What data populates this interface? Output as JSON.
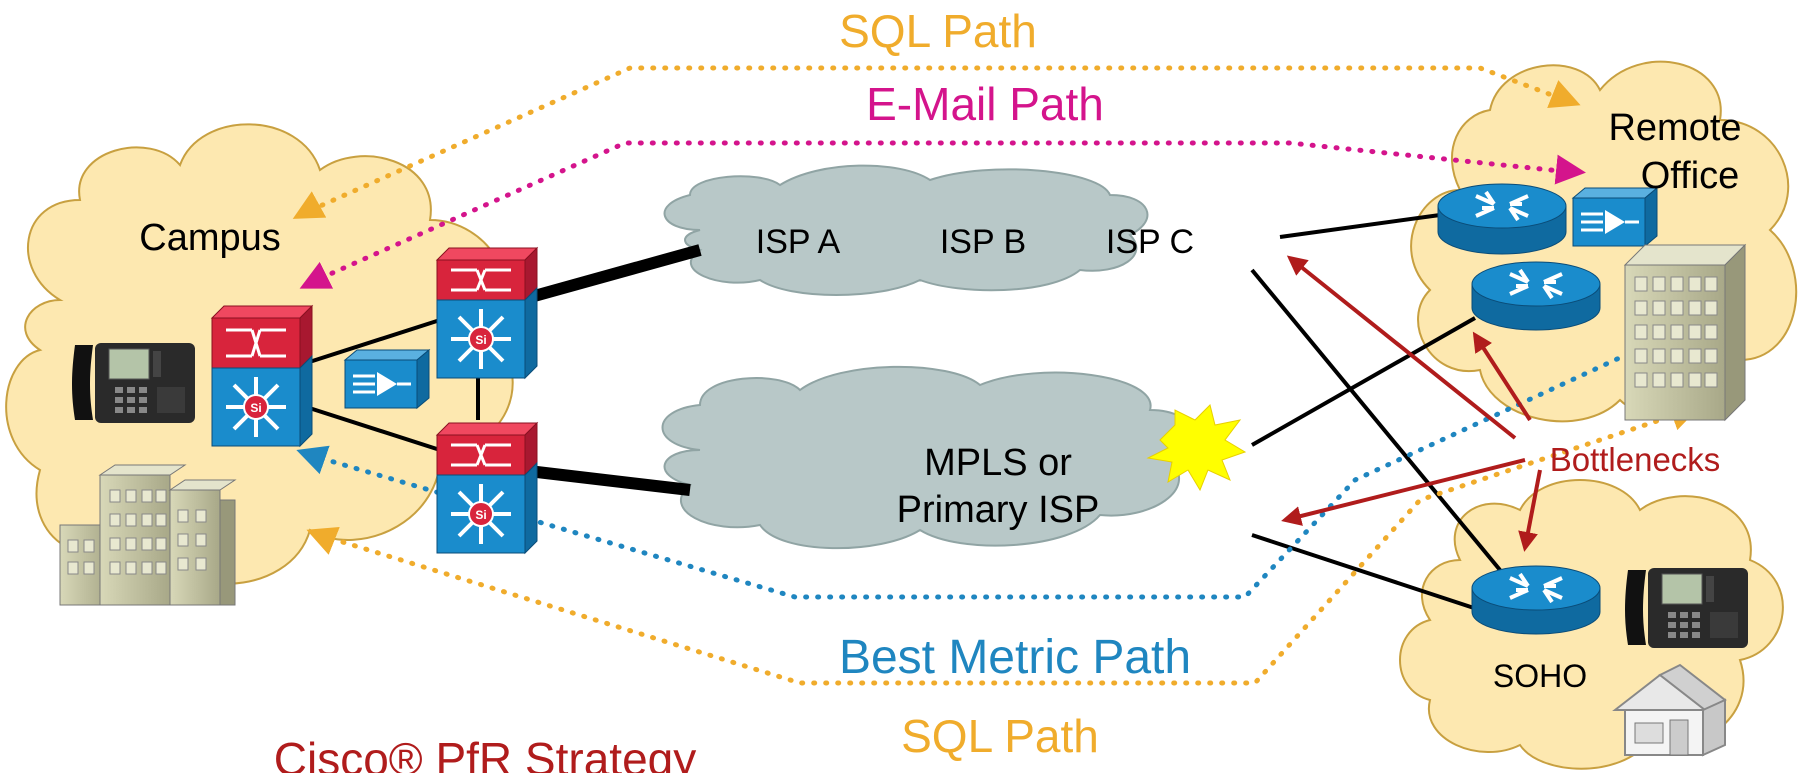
{
  "labels": {
    "sql_path_top": "SQL Path",
    "email_path": "E-Mail Path",
    "campus": "Campus",
    "remote_office_line1": "Remote",
    "remote_office_line2": "Office",
    "isp_a": "ISP A",
    "isp_b": "ISP B",
    "isp_c": "ISP C",
    "mpls_line1": "MPLS or",
    "mpls_line2": "Primary ISP",
    "bottlenecks": "Bottlenecks",
    "best_metric_path": "Best Metric Path",
    "soho": "SOHO",
    "sql_path_bottom": "SQL Path",
    "strategy": "Cisco® PfR Strategy"
  },
  "colors": {
    "sql": "#f0ac2c",
    "email": "#d4148c",
    "best_metric": "#1f86c0",
    "bottleneck": "#b01c1c",
    "cloud_site": "#fde8b0",
    "cloud_isp": "#b8c8c8",
    "device_blue": "#1a8ccc",
    "device_red": "#d8243c"
  },
  "icons": [
    "ip-phone-icon",
    "office-building-icon",
    "layer3-switch-icon",
    "router-icon",
    "load-balancer-icon",
    "house-icon",
    "burst-icon"
  ]
}
